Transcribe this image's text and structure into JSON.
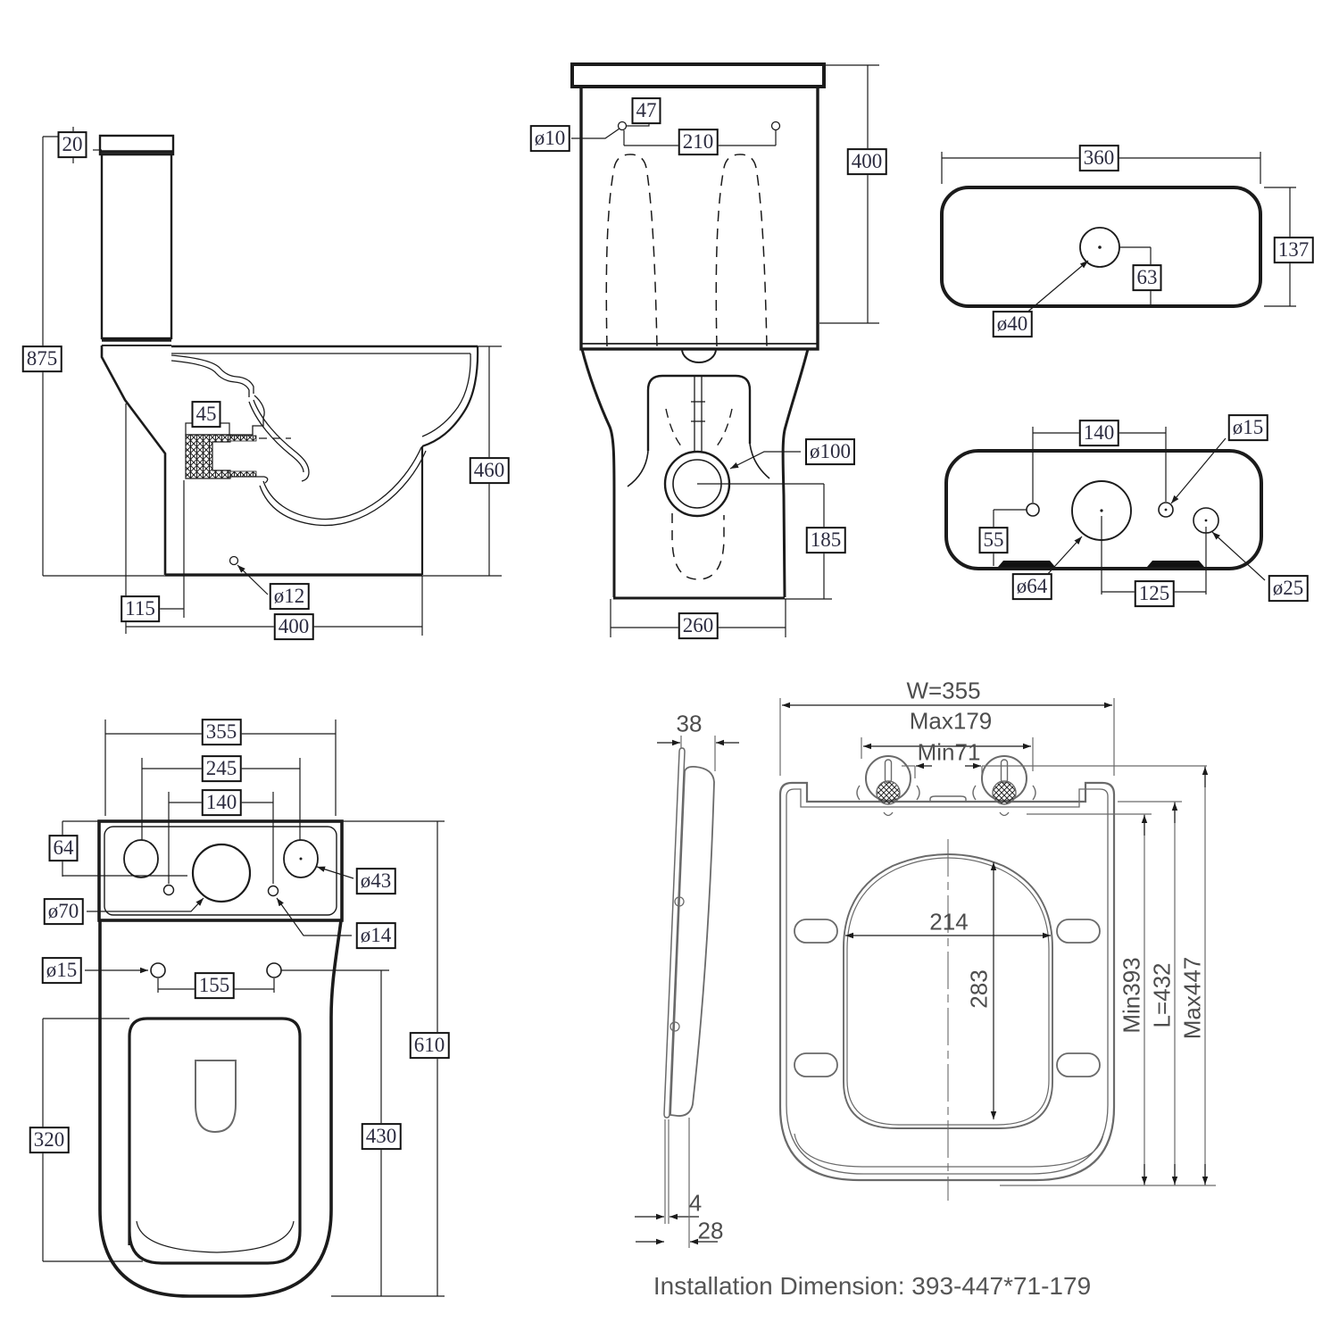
{
  "drawing": {
    "side_view": {
      "lid_thickness": "20",
      "total_height": "875",
      "spud_detail": "45",
      "rim_height": "460",
      "drain_hole": "ø12",
      "drain_offset": "115",
      "base_depth": "400"
    },
    "front_view": {
      "lid_height": "47",
      "hole_diameter": "ø10",
      "hole_spacing": "210",
      "tank_height": "400",
      "outlet_diameter": "ø100",
      "outlet_height": "185",
      "base_width": "260"
    },
    "lid_top_view": {
      "width": "360",
      "depth": "137",
      "button_offset": "63",
      "button_hole": "ø40"
    },
    "tank_bottom_view": {
      "hole_spacing": "140",
      "small_hole": "ø15",
      "edge_offset": "55",
      "flush_hole": "ø64",
      "inlet_spacing": "125",
      "inlet_hole": "ø25"
    },
    "top_view": {
      "tank_width": "355",
      "circle_spacing": "245",
      "hole_spacing": "140",
      "edge_offset": "64",
      "center_hole": "ø70",
      "side_hole": "ø43",
      "small_hole": "ø14",
      "seat_hole": "ø15",
      "seat_hole_spacing": "155",
      "total_depth": "610",
      "bowl_depth": "430",
      "opening_length": "320"
    },
    "seat_view": {
      "thickness": "38",
      "width": "W=355",
      "hinge_max": "Max179",
      "hinge_min": "Min71",
      "opening_width": "214",
      "opening_depth": "283",
      "length_min": "Min393",
      "length": "L=432",
      "length_max": "Max447",
      "lid_edge": "4",
      "seat_edge": "28"
    },
    "caption": "Installation Dimension: 393-447*71-179"
  }
}
